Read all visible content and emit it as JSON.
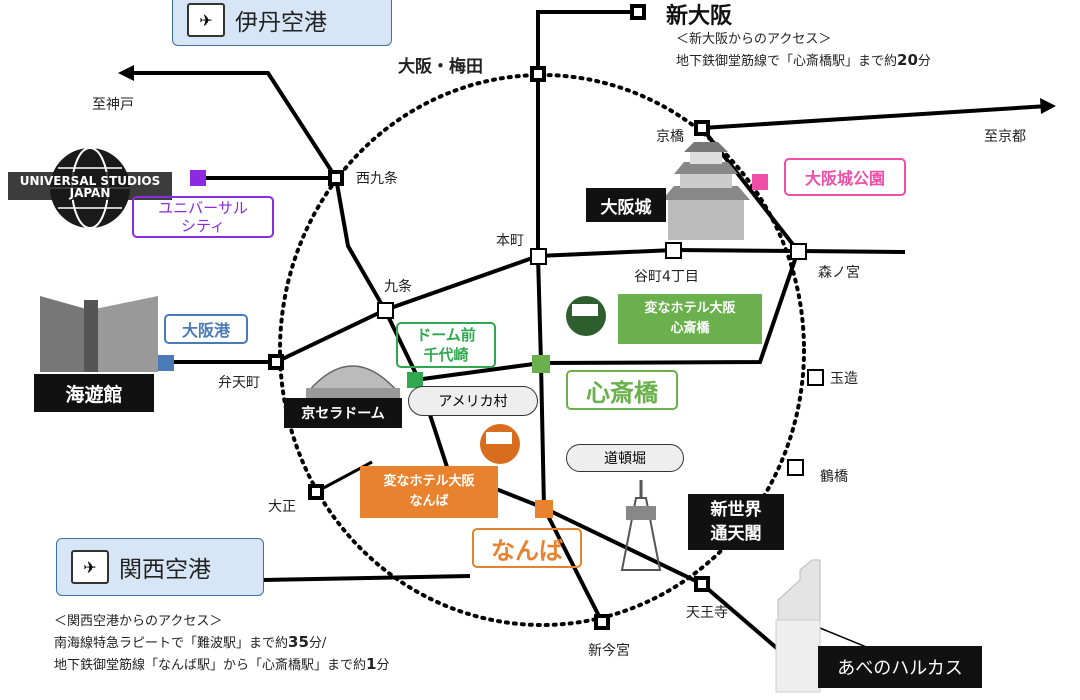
{
  "airports": {
    "itami": "伊丹空港",
    "kansai": "関西空港"
  },
  "stations": {
    "shin_osaka": "新大阪",
    "umeda": "大阪・梅田",
    "kyobashi": "京橋",
    "nishikujo": "西九条",
    "honmachi": "本町",
    "tanimachi": "谷町4丁目",
    "morinomiya": "森ノ宮",
    "kujo": "九条",
    "bentencho": "弁天町",
    "tamatsukuri": "玉造",
    "tsuruhashi": "鶴橋",
    "taisho": "大正",
    "tennoji": "天王寺",
    "shinimamiya": "新今宮"
  },
  "directions": {
    "to_kobe": "至神戸",
    "to_kyoto": "至京都"
  },
  "shin_osaka_access": {
    "heading": "＜新大阪からのアクセス＞",
    "line_pre": "地下鉄御堂筋線で「心斎橋駅」まで約",
    "line_num": "20",
    "line_post": "分"
  },
  "kansai_access": {
    "heading": "＜関西空港からのアクセス＞",
    "line1_pre": "南海線特急ラピートで「難波駅」まで約",
    "line1_num": "35",
    "line1_post": "分/",
    "line2_pre": "地下鉄御堂筋線「なんば駅」から「心斎橋駅」まで約",
    "line2_num": "1",
    "line2_post": "分"
  },
  "landmarks": {
    "usj_logo_line1": "UNIVERSAL STUDIOS",
    "usj_logo_line2": "JAPAN",
    "usj_city_line1": "ユニバーサル",
    "usj_city_line2": "シティ",
    "osaka_castle": "大阪城",
    "osaka_castle_park": "大阪城公園",
    "osaka_port": "大阪港",
    "kaiyukan": "海遊館",
    "kyocera_dome": "京セラドーム",
    "dome_mae_line1": "ドーム前",
    "dome_mae_line2": "千代崎",
    "america_mura": "アメリカ村",
    "dotonbori": "道頓堀",
    "shinsaibashi": "心斎橋",
    "namba": "なんば",
    "shinsekai_line1": "新世界",
    "shinsekai_line2": "通天閣",
    "harukas": "あべのハルカス"
  },
  "hotels": {
    "shinsaibashi_line1": "変なホテル大阪",
    "shinsaibashi_line2": "心斎橋",
    "namba_line1": "変なホテル大阪",
    "namba_line2": "なんば"
  },
  "colors": {
    "line": "#000000",
    "loop": "#000000",
    "usj_purple": "#8a2be2",
    "park_pink": "#f04ea8",
    "port_blue": "#4a7ab8",
    "green": "#6ab04c",
    "orange": "#e8822e",
    "airport_fill": "#d7e6f6"
  }
}
